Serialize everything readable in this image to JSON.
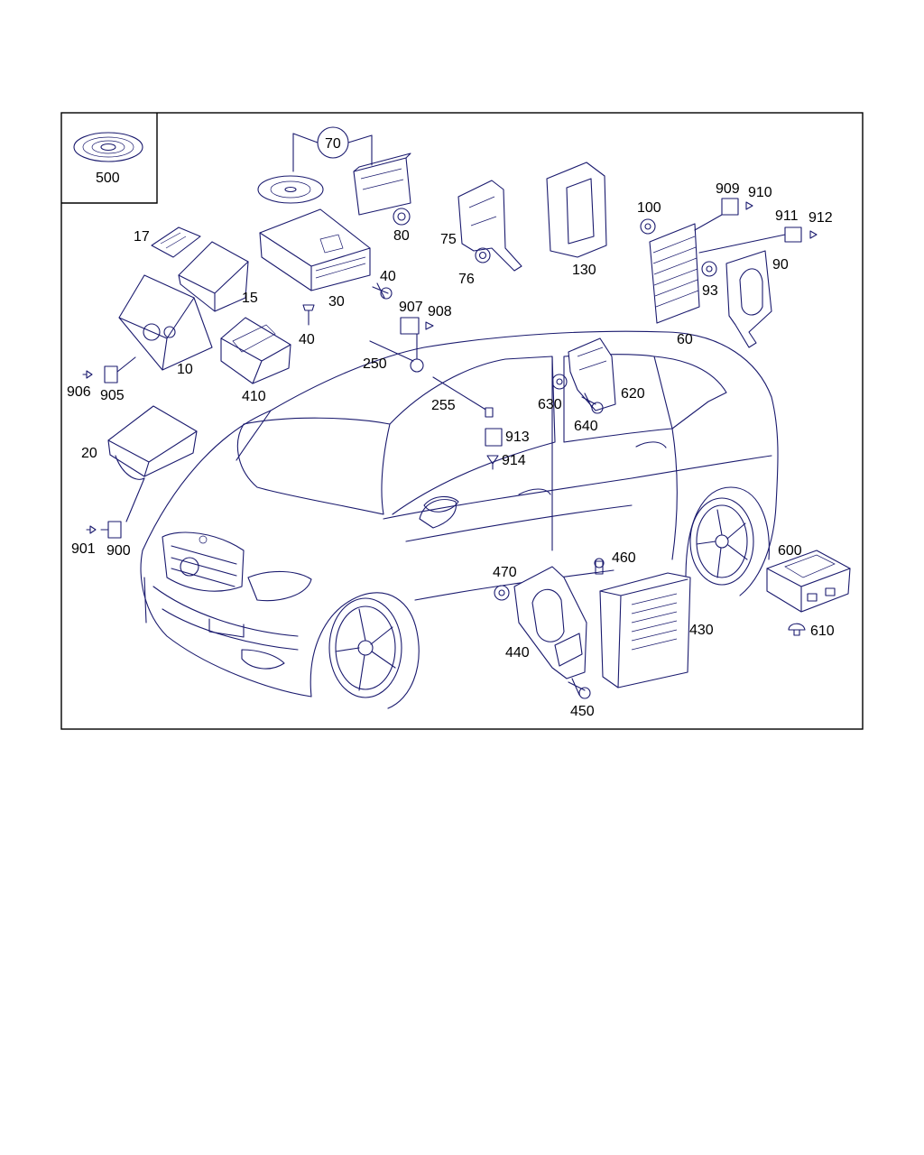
{
  "colors": {
    "ink": "#1a1a6e",
    "frame": "#000000",
    "background": "#ffffff"
  },
  "callouts": [
    "500",
    "70",
    "80",
    "75",
    "76",
    "130",
    "100",
    "909",
    "910",
    "911",
    "912",
    "90",
    "93",
    "60",
    "17",
    "15",
    "30",
    "40",
    "40",
    "907",
    "908",
    "10",
    "906",
    "905",
    "410",
    "250",
    "255",
    "630",
    "620",
    "640",
    "913",
    "914",
    "20",
    "901",
    "900",
    "470",
    "460",
    "430",
    "440",
    "450",
    "600",
    "610"
  ]
}
